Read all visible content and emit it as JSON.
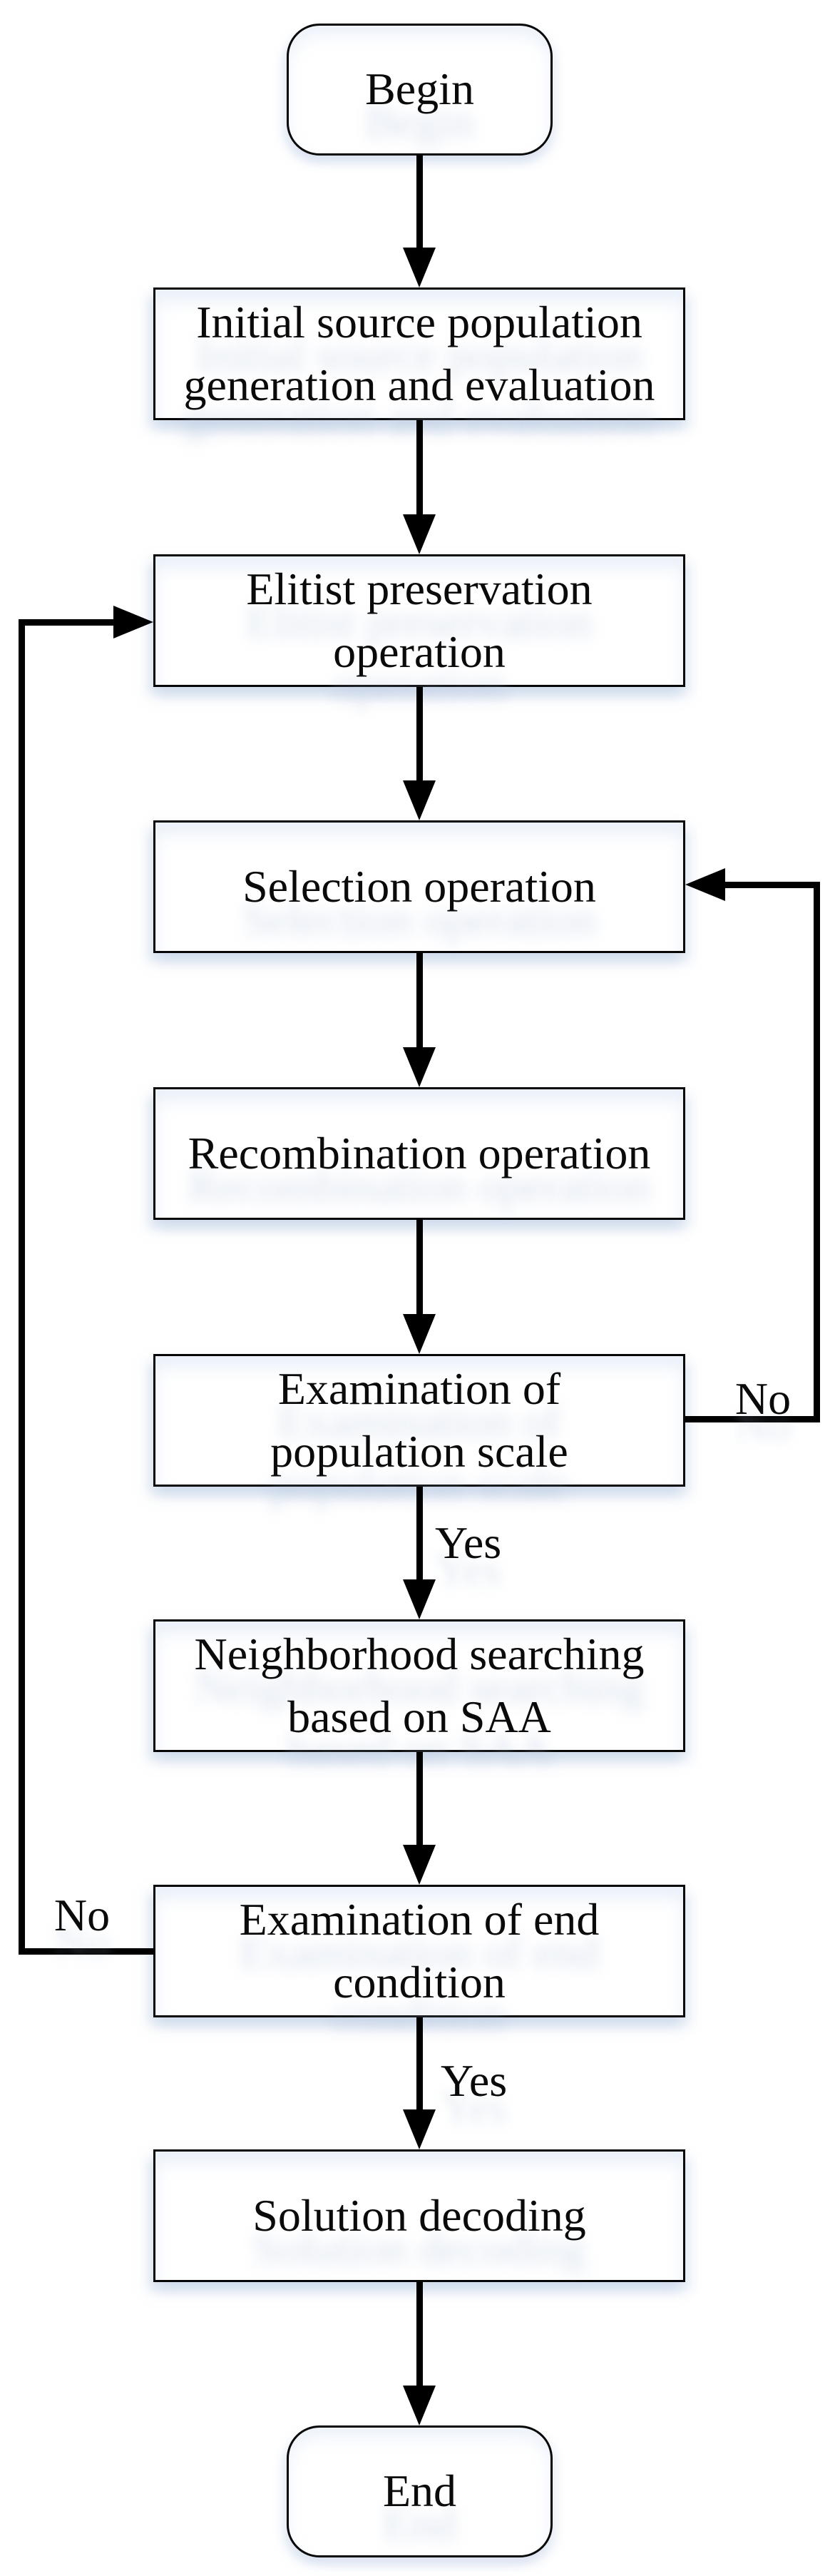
{
  "diagram": {
    "type": "flowchart",
    "nodes": {
      "begin": {
        "label": "Begin",
        "shape": "terminator"
      },
      "init": {
        "label": "Initial source population\ngeneration and evaluation",
        "shape": "process"
      },
      "elitist": {
        "label": "Elitist preservation\noperation",
        "shape": "process"
      },
      "selection": {
        "label": "Selection operation",
        "shape": "process"
      },
      "recombination": {
        "label": "Recombination operation",
        "shape": "process"
      },
      "exam_scale": {
        "label": "Examination of\npopulation scale",
        "shape": "decision-process"
      },
      "neighborhood": {
        "label": "Neighborhood searching\nbased on SAA",
        "shape": "process"
      },
      "exam_end": {
        "label": "Examination of end\ncondition",
        "shape": "decision-process"
      },
      "decoding": {
        "label": "Solution decoding",
        "shape": "process"
      },
      "end": {
        "label": "End",
        "shape": "terminator"
      }
    },
    "edge_labels": {
      "scale_no": "No",
      "scale_yes": "Yes",
      "end_no": "No",
      "end_yes": "Yes"
    },
    "edges": [
      "begin -> init",
      "init -> elitist",
      "elitist -> selection",
      "selection -> recombination",
      "recombination -> exam_scale",
      "exam_scale -No-> selection",
      "exam_scale -Yes-> neighborhood",
      "neighborhood -> exam_end",
      "exam_end -No-> elitist",
      "exam_end -Yes-> decoding",
      "decoding -> end"
    ],
    "colors": {
      "line": "#000000",
      "node_fill": "#ffffff",
      "text": "#0a0a0a",
      "shadow_tint": "#dce6f3",
      "background": "#ffffff"
    }
  }
}
